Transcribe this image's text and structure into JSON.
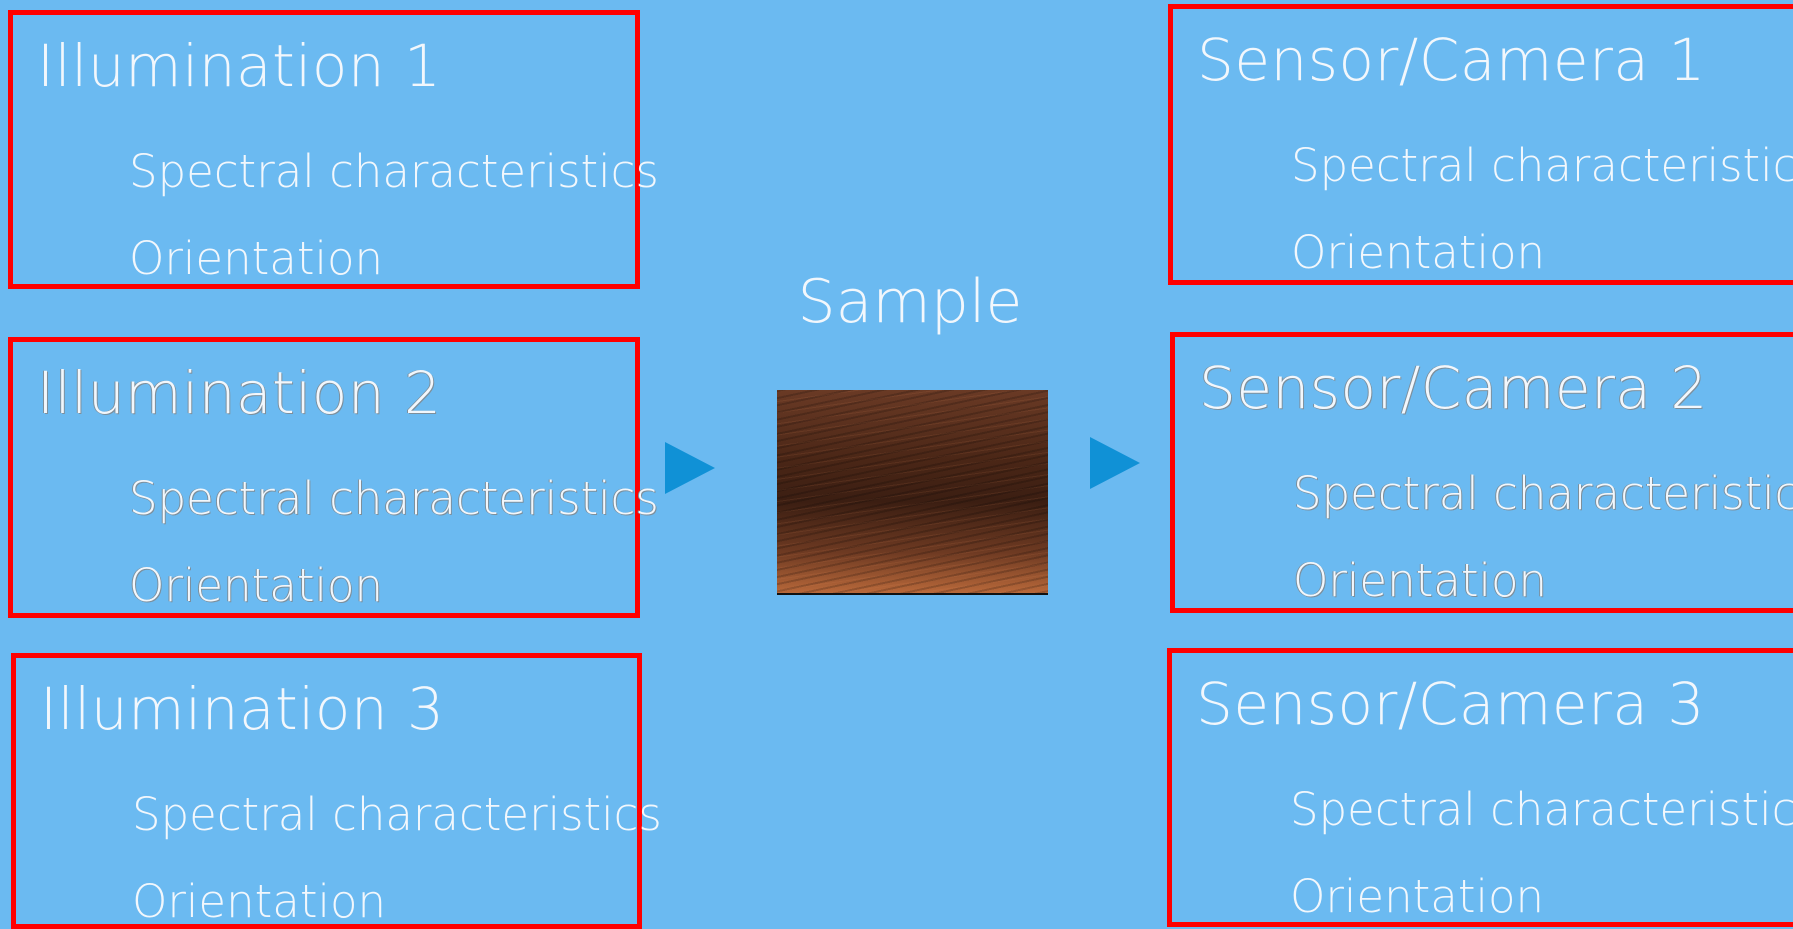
{
  "illuminations": [
    {
      "title": "Illumination 1",
      "items": [
        "Spectral characteristics",
        "Orientation"
      ]
    },
    {
      "title": "Illumination 2",
      "items": [
        "Spectral characteristics",
        "Orientation"
      ]
    },
    {
      "title": "Illumination 3",
      "items": [
        "Spectral characteristics",
        "Orientation"
      ]
    }
  ],
  "sensors": [
    {
      "title": "Sensor/Camera 1",
      "items": [
        "Spectral characteristics",
        "Orientation"
      ]
    },
    {
      "title": "Sensor/Camera 2",
      "items": [
        "Spectral characteristics",
        "Orientation"
      ]
    },
    {
      "title": "Sensor/Camera 3",
      "items": [
        "Spectral characteristics",
        "Orientation"
      ]
    }
  ],
  "sample": {
    "label": "Sample",
    "image": "fur-texture"
  },
  "icons": {
    "arrow_left": "arrow-right-icon",
    "arrow_right": "arrow-right-icon"
  },
  "colors": {
    "background": "#6bbaf1",
    "box_border": "#ff0000",
    "arrow": "#1091d6",
    "text": "#f2f7fc"
  }
}
